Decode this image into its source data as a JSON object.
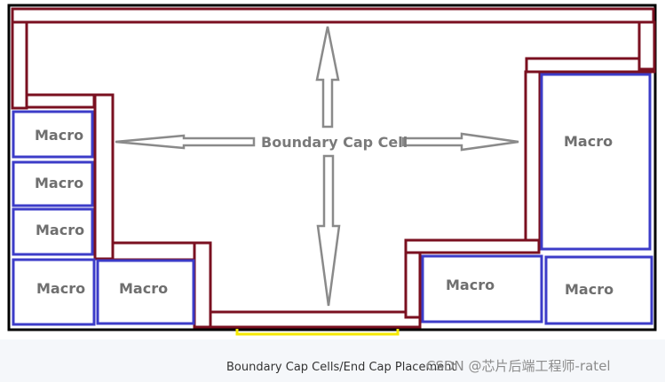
{
  "diagram": {
    "center_label": "Boundary Cap Cell",
    "macros": [
      {
        "id": "macro-left-1",
        "label": "Macro"
      },
      {
        "id": "macro-left-2",
        "label": "Macro"
      },
      {
        "id": "macro-left-3",
        "label": "Macro"
      },
      {
        "id": "macro-left-4",
        "label": "Macro"
      },
      {
        "id": "macro-bottom-left",
        "label": "Macro"
      },
      {
        "id": "macro-right-large",
        "label": "Macro"
      },
      {
        "id": "macro-bottom-right-1",
        "label": "Macro"
      },
      {
        "id": "macro-bottom-right-2",
        "label": "Macro"
      }
    ],
    "colors": {
      "boundary_cell": "#7a1020",
      "macro_border": "#3c3cc8",
      "arrow": "#8a8a8a",
      "endcap_marker": "#f5e900",
      "die_border": "#000000"
    }
  },
  "caption": "Boundary Cap Cells/End Cap Placement",
  "watermark": "CSDN @芯片后端工程师-ratel"
}
